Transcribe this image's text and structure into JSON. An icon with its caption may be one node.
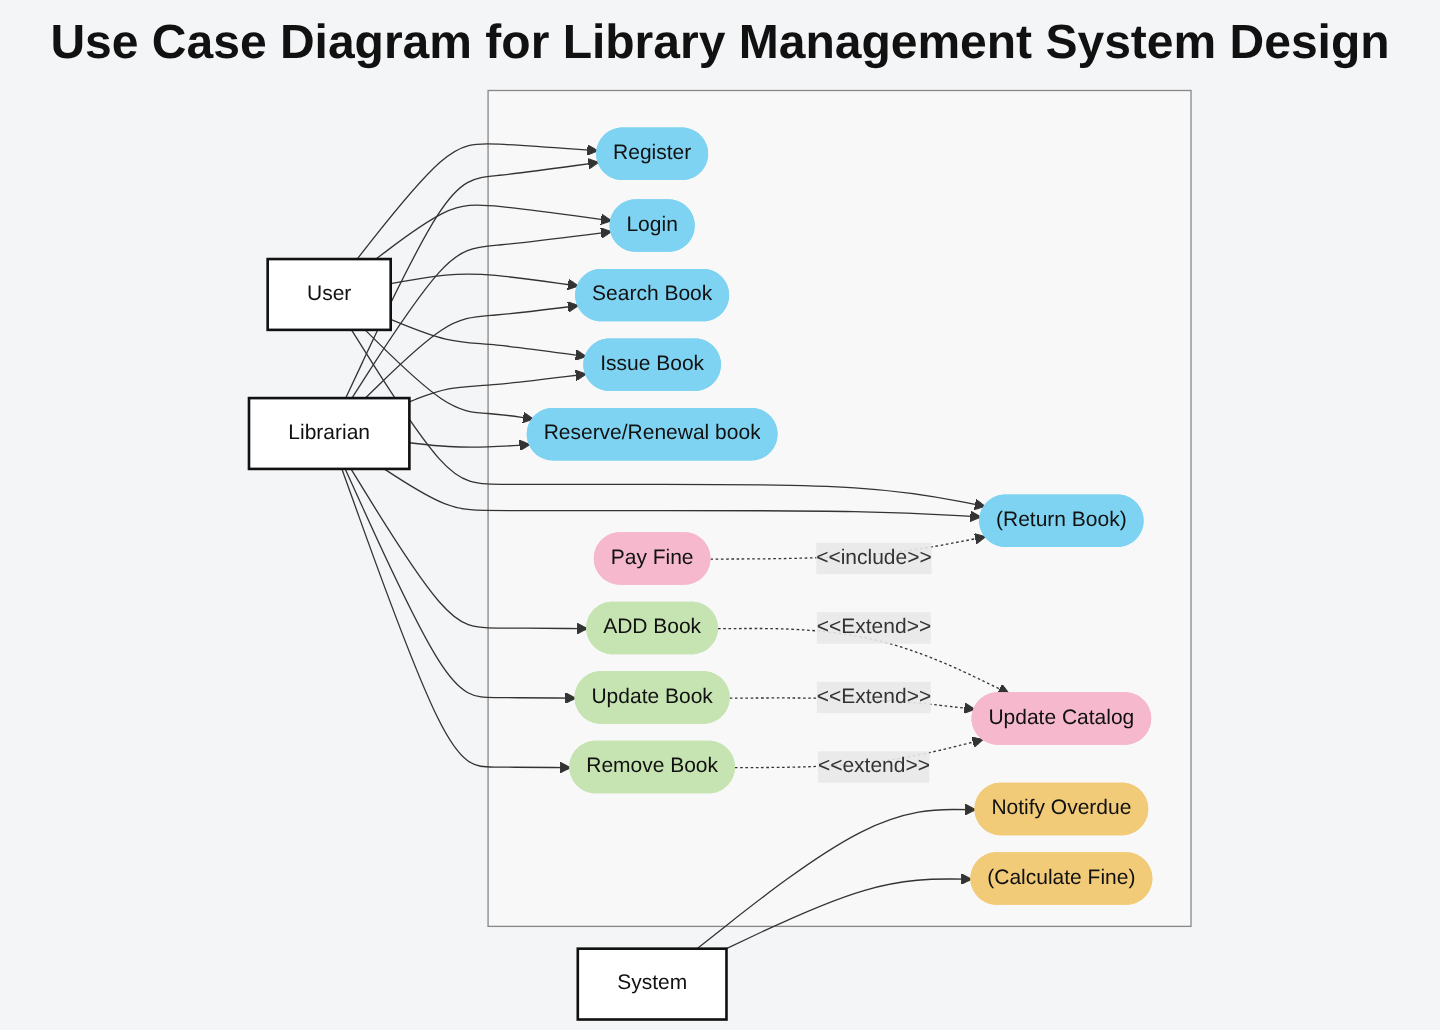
{
  "diagram": {
    "title": "Use Case Diagram for Library Management System Design",
    "nodes": [
      {
        "text": [],
        "shape": "box"
      },
      {
        "text": [
          "User"
        ]
      },
      {
        "text": [
          "Register"
        ],
        "in": 0
      },
      {
        "text": [
          "Login"
        ],
        "in": 0
      },
      {
        "text": [
          "Search Book"
        ],
        "in": 0
      },
      {
        "text": [
          "Issue Book"
        ],
        "in": 0
      },
      {
        "text": [
          "Reserve/Renewal book"
        ],
        "in": 0
      },
      {
        "text": [
          "(Return Book)"
        ],
        "in": 0
      },
      {
        "text": [
          "ADD Book"
        ],
        "in": 0
      },
      {
        "text": [
          "Pay Fine"
        ],
        "in": 0
      },
      {
        "text": [
          "Update Book"
        ],
        "in": 0
      },
      {
        "text": [
          "Update Catalog"
        ],
        "in": 0
      },
      {
        "text": [
          "Remove Book"
        ],
        "in": 0
      },
      {
        "text": [
          "Notify Overdue"
        ],
        "in": 0
      },
      {
        "text": [
          "(Calculate Fine)"
        ],
        "in": 0
      },
      {
        "text": [
          "Librarian"
        ]
      },
      {
        "text": [
          "System"
        ]
      }
    ],
    "edges": [
      {
        "from": 1,
        "to": 2,
        "arrow": "to"
      },
      {
        "from": 1,
        "to": 3,
        "arrow": "to"
      },
      {
        "from": 1,
        "to": 4,
        "arrow": "to"
      },
      {
        "from": 1,
        "to": 5,
        "arrow": "to"
      },
      {
        "from": 1,
        "to": 6,
        "arrow": "to"
      },
      {
        "from": 1,
        "to": 7,
        "arrow": "to"
      },
      {
        "from": 15,
        "to": 2,
        "arrow": "to"
      },
      {
        "from": 15,
        "to": 3,
        "arrow": "to"
      },
      {
        "from": 15,
        "to": 4,
        "arrow": "to"
      },
      {
        "from": 15,
        "to": 5,
        "arrow": "to"
      },
      {
        "from": 15,
        "to": 6,
        "arrow": "to"
      },
      {
        "from": 15,
        "to": 7,
        "arrow": "to"
      },
      {
        "from": 15,
        "to": 8,
        "arrow": "to"
      },
      {
        "from": 15,
        "to": 10,
        "arrow": "to"
      },
      {
        "from": 15,
        "to": 12,
        "arrow": "to"
      },
      {
        "from": 9,
        "to": 7,
        "arrow": "to",
        "style": "dashed",
        "label": "<<include>>"
      },
      {
        "from": 8,
        "to": 11,
        "arrow": "to",
        "style": "dashed",
        "label": "<<Extend>>"
      },
      {
        "from": 10,
        "to": 11,
        "arrow": "to",
        "style": "dashed",
        "label": "<<Extend>>"
      },
      {
        "from": 12,
        "to": 11,
        "arrow": "to",
        "style": "dashed",
        "label": "<<extend>>"
      },
      {
        "from": 16,
        "to": 13,
        "arrow": "to"
      },
      {
        "from": 16,
        "to": 14,
        "arrow": "to"
      }
    ]
  }
}
